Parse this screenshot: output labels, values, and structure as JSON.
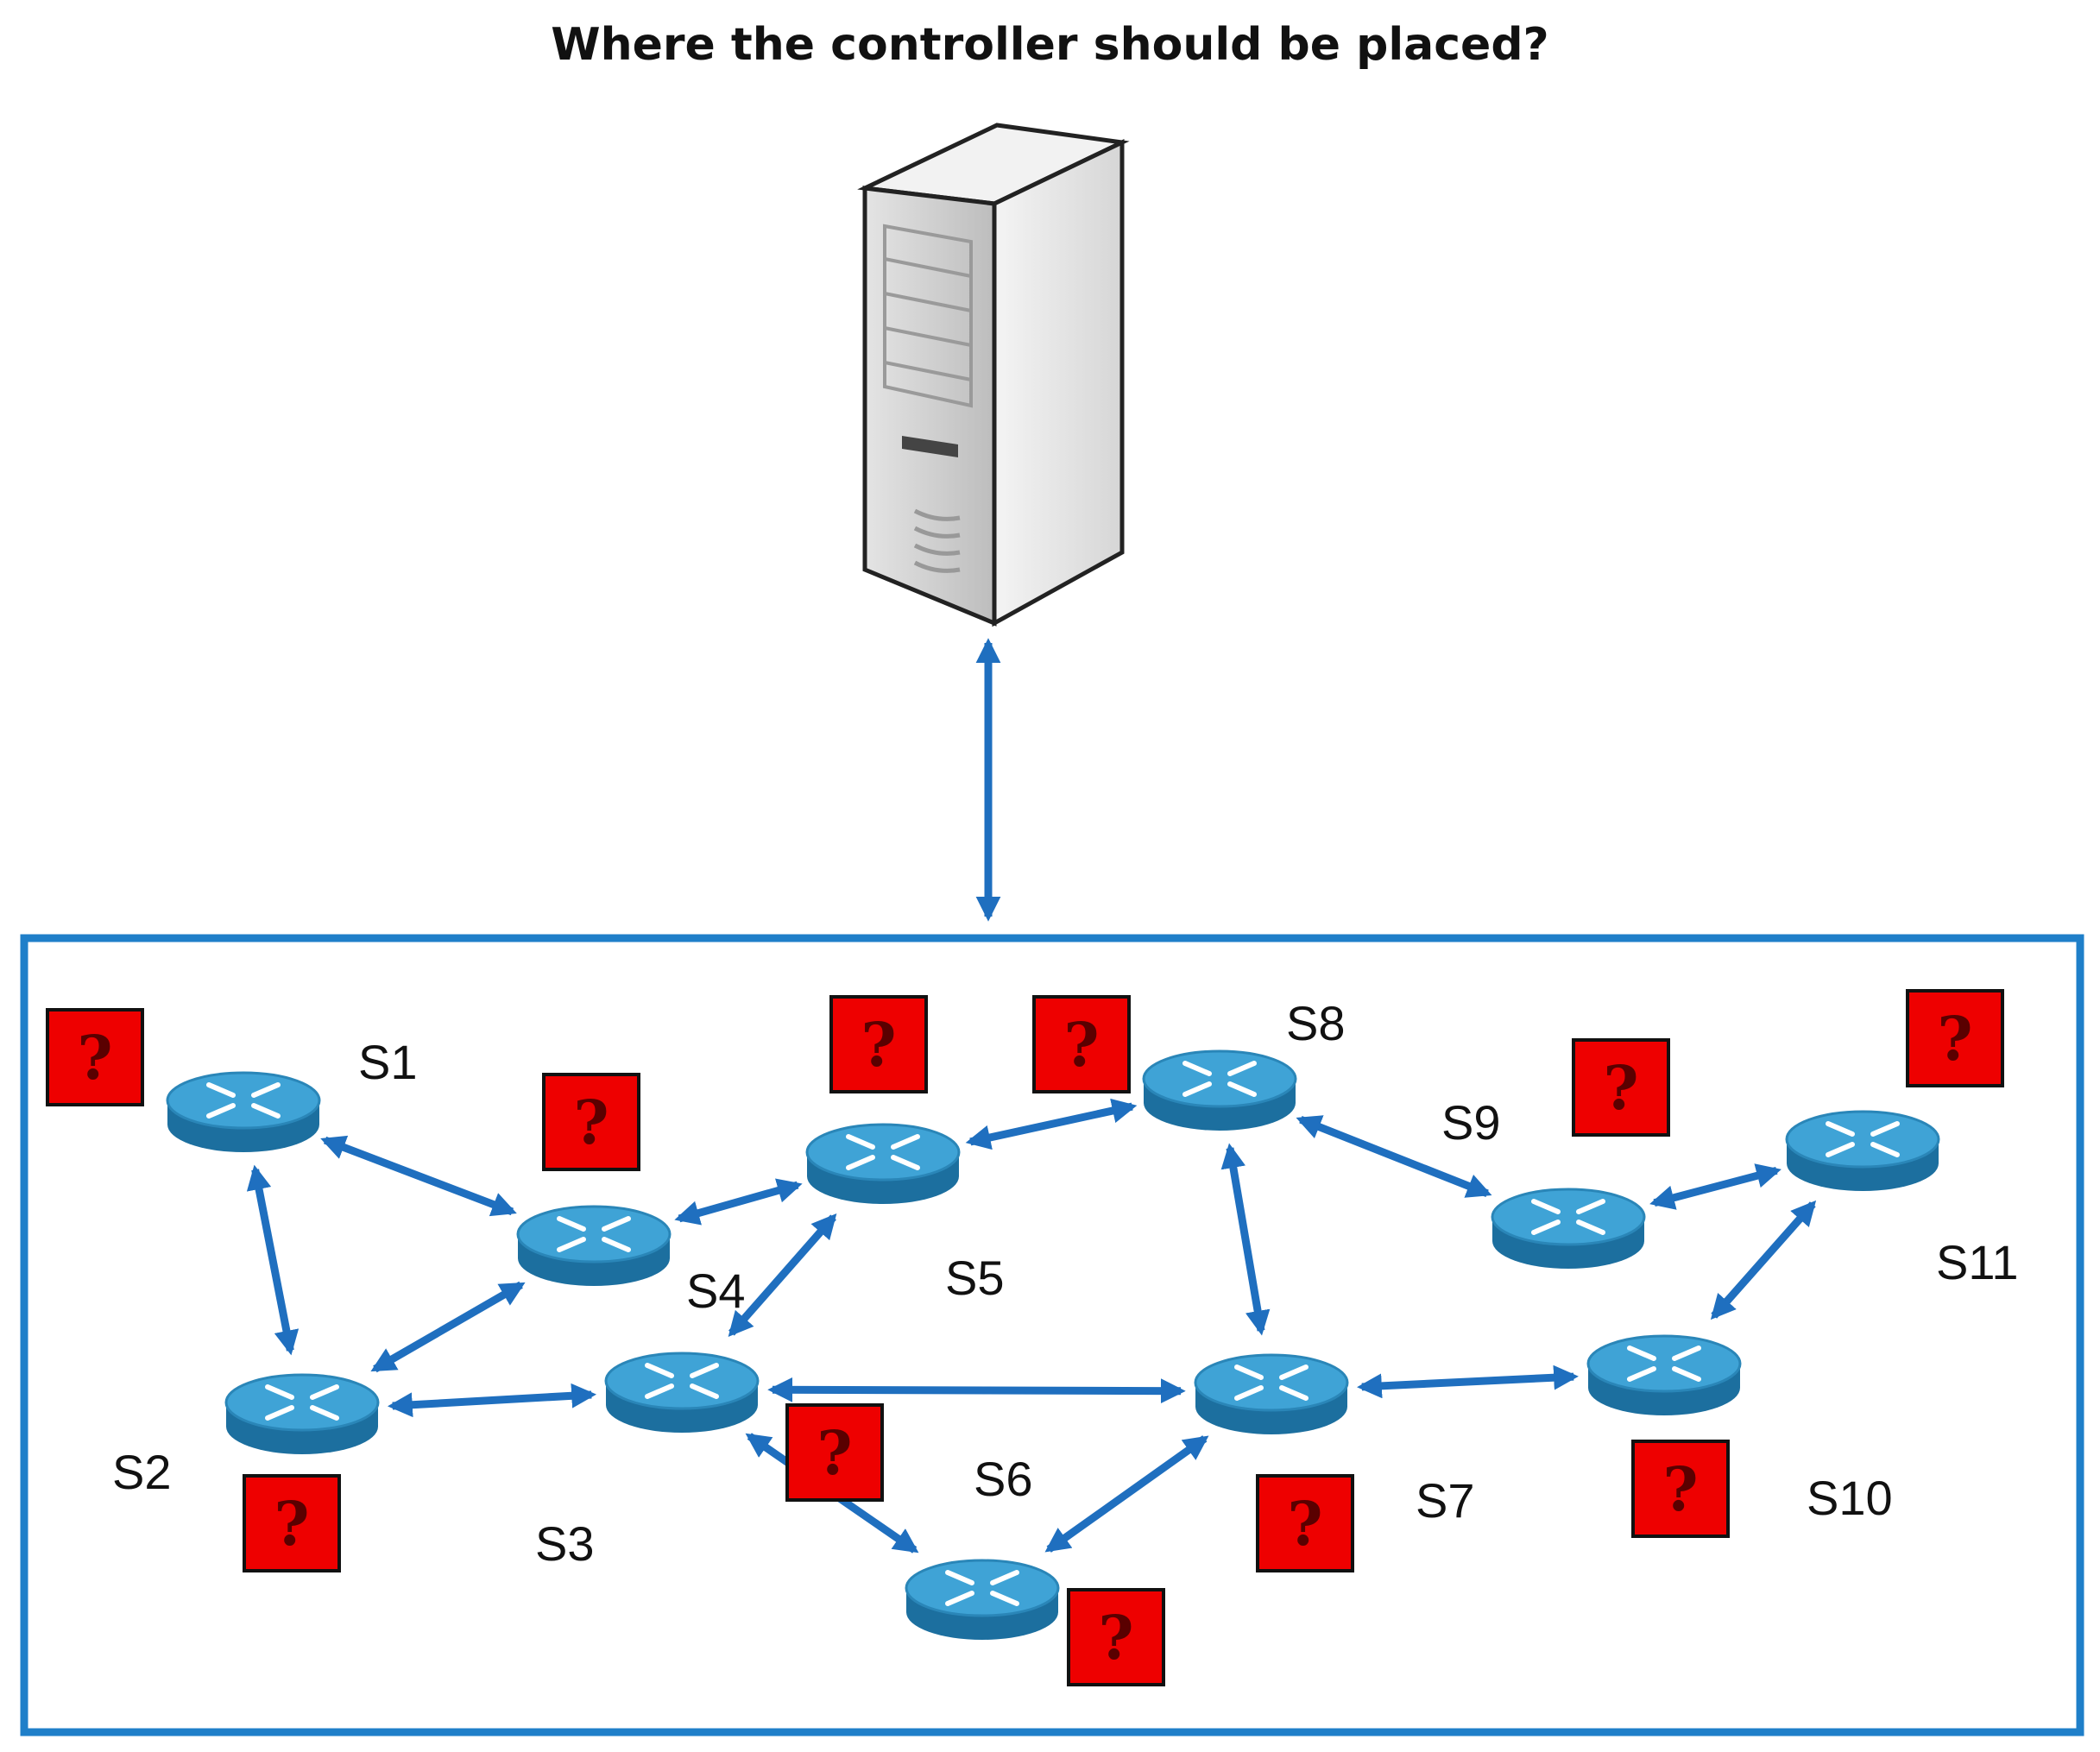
{
  "title": "Where the controller should be placed?",
  "colors": {
    "link": "#1f6fbf",
    "network_border": "#1f7fc9",
    "candidate_box": "#ee0000",
    "switch_top": "#3fa3d6",
    "switch_side": "#1c6f9f"
  },
  "icons": {
    "controller": "server-tower-icon",
    "switch": "router-switch-icon",
    "candidate": "question-mark-icon"
  },
  "switches": [
    {
      "id": "S1",
      "label": "S1"
    },
    {
      "id": "S2",
      "label": "S2"
    },
    {
      "id": "S3",
      "label": "S3"
    },
    {
      "id": "S4",
      "label": "S4"
    },
    {
      "id": "S5",
      "label": "S5"
    },
    {
      "id": "S6",
      "label": "S6"
    },
    {
      "id": "S7",
      "label": "S7"
    },
    {
      "id": "S8",
      "label": "S8"
    },
    {
      "id": "S9",
      "label": "S9"
    },
    {
      "id": "S10",
      "label": "S10"
    },
    {
      "id": "S11",
      "label": "S11"
    }
  ],
  "candidate_mark": "?",
  "links": [
    [
      "S1",
      "S4"
    ],
    [
      "S1",
      "S2"
    ],
    [
      "S2",
      "S4"
    ],
    [
      "S2",
      "S3"
    ],
    [
      "S4",
      "S5"
    ],
    [
      "S5",
      "S8"
    ],
    [
      "S3",
      "S5"
    ],
    [
      "S3",
      "S7"
    ],
    [
      "S3",
      "S6"
    ],
    [
      "S8",
      "S7"
    ],
    [
      "S8",
      "S9"
    ],
    [
      "S9",
      "S11"
    ],
    [
      "S7",
      "S10"
    ],
    [
      "S10",
      "S11"
    ],
    [
      "S7",
      "S6"
    ]
  ],
  "controller_link": [
    "controller",
    "network"
  ]
}
